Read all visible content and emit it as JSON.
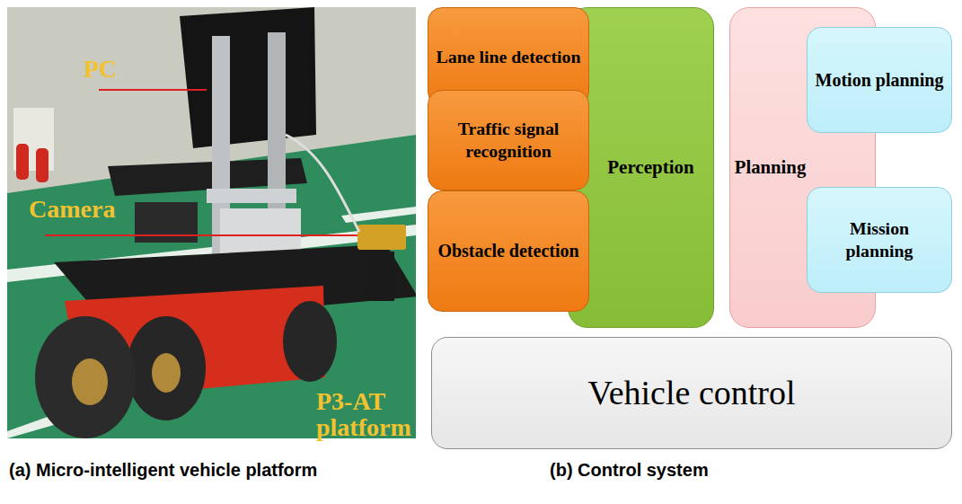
{
  "diagram": {
    "nodes": [
      {
        "text": [
          "Lane line detection"
        ]
      },
      {
        "text": [
          "Traffic signal recognition"
        ]
      },
      {
        "text": [
          "Obstacle detection"
        ]
      },
      {
        "text": [
          "Perception"
        ]
      },
      {
        "text": [
          "Planning"
        ]
      },
      {
        "text": [
          "Motion planning"
        ]
      },
      {
        "text": [
          "Mission planning"
        ]
      },
      {
        "text": [
          "Vehicle control"
        ]
      }
    ],
    "labels": [
      "PC",
      "Camera",
      "P3-AT platform",
      "(a) Micro-intelligent vehicle platform",
      "(b) Control system"
    ]
  }
}
